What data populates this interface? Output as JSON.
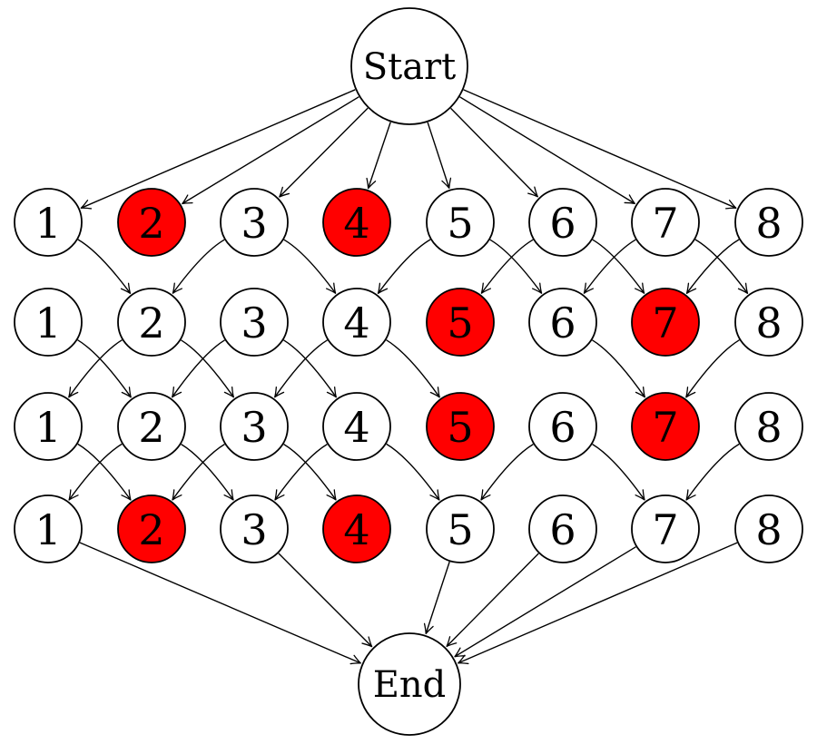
{
  "diagram": {
    "background": "#ffffff",
    "stroke_color": "#000000",
    "node_fill": "#ffffff",
    "highlight_fill": "#ff0000",
    "start": {
      "id": "start",
      "label": "Start"
    },
    "end": {
      "id": "end",
      "label": "End"
    },
    "rows": [
      {
        "id": "r1",
        "nodes": [
          {
            "id": "r1c1",
            "label": "1",
            "red": false
          },
          {
            "id": "r1c2",
            "label": "2",
            "red": true
          },
          {
            "id": "r1c3",
            "label": "3",
            "red": false
          },
          {
            "id": "r1c4",
            "label": "4",
            "red": true
          },
          {
            "id": "r1c5",
            "label": "5",
            "red": false
          },
          {
            "id": "r1c6",
            "label": "6",
            "red": false
          },
          {
            "id": "r1c7",
            "label": "7",
            "red": false
          },
          {
            "id": "r1c8",
            "label": "8",
            "red": false
          }
        ]
      },
      {
        "id": "r2",
        "nodes": [
          {
            "id": "r2c1",
            "label": "1",
            "red": false
          },
          {
            "id": "r2c2",
            "label": "2",
            "red": false
          },
          {
            "id": "r2c3",
            "label": "3",
            "red": false
          },
          {
            "id": "r2c4",
            "label": "4",
            "red": false
          },
          {
            "id": "r2c5",
            "label": "5",
            "red": true
          },
          {
            "id": "r2c6",
            "label": "6",
            "red": false
          },
          {
            "id": "r2c7",
            "label": "7",
            "red": true
          },
          {
            "id": "r2c8",
            "label": "8",
            "red": false
          }
        ]
      },
      {
        "id": "r3",
        "nodes": [
          {
            "id": "r3c1",
            "label": "1",
            "red": false
          },
          {
            "id": "r3c2",
            "label": "2",
            "red": false
          },
          {
            "id": "r3c3",
            "label": "3",
            "red": false
          },
          {
            "id": "r3c4",
            "label": "4",
            "red": false
          },
          {
            "id": "r3c5",
            "label": "5",
            "red": true
          },
          {
            "id": "r3c6",
            "label": "6",
            "red": false
          },
          {
            "id": "r3c7",
            "label": "7",
            "red": true
          },
          {
            "id": "r3c8",
            "label": "8",
            "red": false
          }
        ]
      },
      {
        "id": "r4",
        "nodes": [
          {
            "id": "r4c1",
            "label": "1",
            "red": false
          },
          {
            "id": "r4c2",
            "label": "2",
            "red": true
          },
          {
            "id": "r4c3",
            "label": "3",
            "red": false
          },
          {
            "id": "r4c4",
            "label": "4",
            "red": true
          },
          {
            "id": "r4c5",
            "label": "5",
            "red": false
          },
          {
            "id": "r4c6",
            "label": "6",
            "red": false
          },
          {
            "id": "r4c7",
            "label": "7",
            "red": false
          },
          {
            "id": "r4c8",
            "label": "8",
            "red": false
          }
        ]
      }
    ],
    "edges": [
      "start>r1c1",
      "start>r1c2",
      "start>r1c3",
      "start>r1c4",
      "start>r1c5",
      "start>r1c6",
      "start>r1c7",
      "start>r1c8",
      "r1c1>r2c2",
      "r1c3>r2c2",
      "r1c3>r2c4",
      "r1c5>r2c4",
      "r1c5>r2c6",
      "r1c6>r2c5",
      "r1c6>r2c7",
      "r1c7>r2c6",
      "r1c7>r2c8",
      "r1c8>r2c7",
      "r2c1>r3c2",
      "r2c2>r3c1",
      "r2c2>r3c3",
      "r2c3>r3c2",
      "r2c3>r3c4",
      "r2c4>r3c3",
      "r2c4>r3c5",
      "r2c6>r3c7",
      "r2c8>r3c7",
      "r3c1>r4c2",
      "r3c2>r4c1",
      "r3c2>r4c3",
      "r3c3>r4c2",
      "r3c3>r4c4",
      "r3c4>r4c3",
      "r3c4>r4c5",
      "r3c6>r4c5",
      "r3c6>r4c7",
      "r3c8>r4c7",
      "r4c1>end",
      "r4c3>end",
      "r4c5>end",
      "r4c6>end",
      "r4c7>end",
      "r4c8>end"
    ]
  }
}
